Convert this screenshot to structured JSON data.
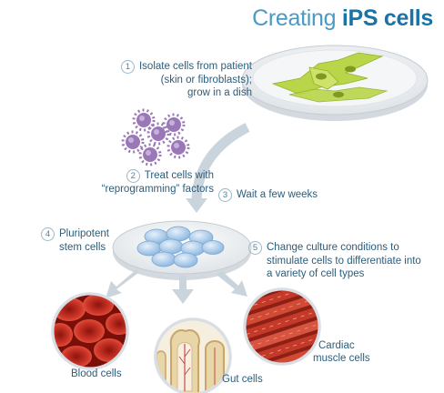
{
  "title": {
    "prefix": "Creating",
    "emphasis": "iPS cells"
  },
  "steps": [
    {
      "number": "1",
      "lines": [
        "Isolate cells from patient",
        "(skin or fibroblasts);",
        "grow in a dish"
      ]
    },
    {
      "number": "2",
      "lines": [
        "Treat cells with",
        "“reprogramming” factors"
      ]
    },
    {
      "number": "3",
      "lines": [
        "Wait a few weeks"
      ]
    },
    {
      "number": "4",
      "lines": [
        "Pluripotent",
        "stem cells"
      ]
    },
    {
      "number": "5",
      "lines": [
        "Change culture conditions to",
        "stimulate cells to differentiate into",
        "a variety of cell types"
      ]
    }
  ],
  "outcomes": [
    {
      "lines": [
        "Blood cells"
      ]
    },
    {
      "lines": [
        "Gut cells"
      ]
    },
    {
      "lines": [
        "Cardiac",
        "muscle cells"
      ]
    }
  ],
  "colors": {
    "title": "#2e86b3",
    "text": "#2b5d7c",
    "arrow": "#c9d4dc",
    "virus": "#9a78b8",
    "fibroblast": "#b9d64a",
    "stem_cell": "#9fc3e6",
    "blood": "#c0281c",
    "gut": "#e9d6a8",
    "cardiac": "#c43a2a"
  }
}
